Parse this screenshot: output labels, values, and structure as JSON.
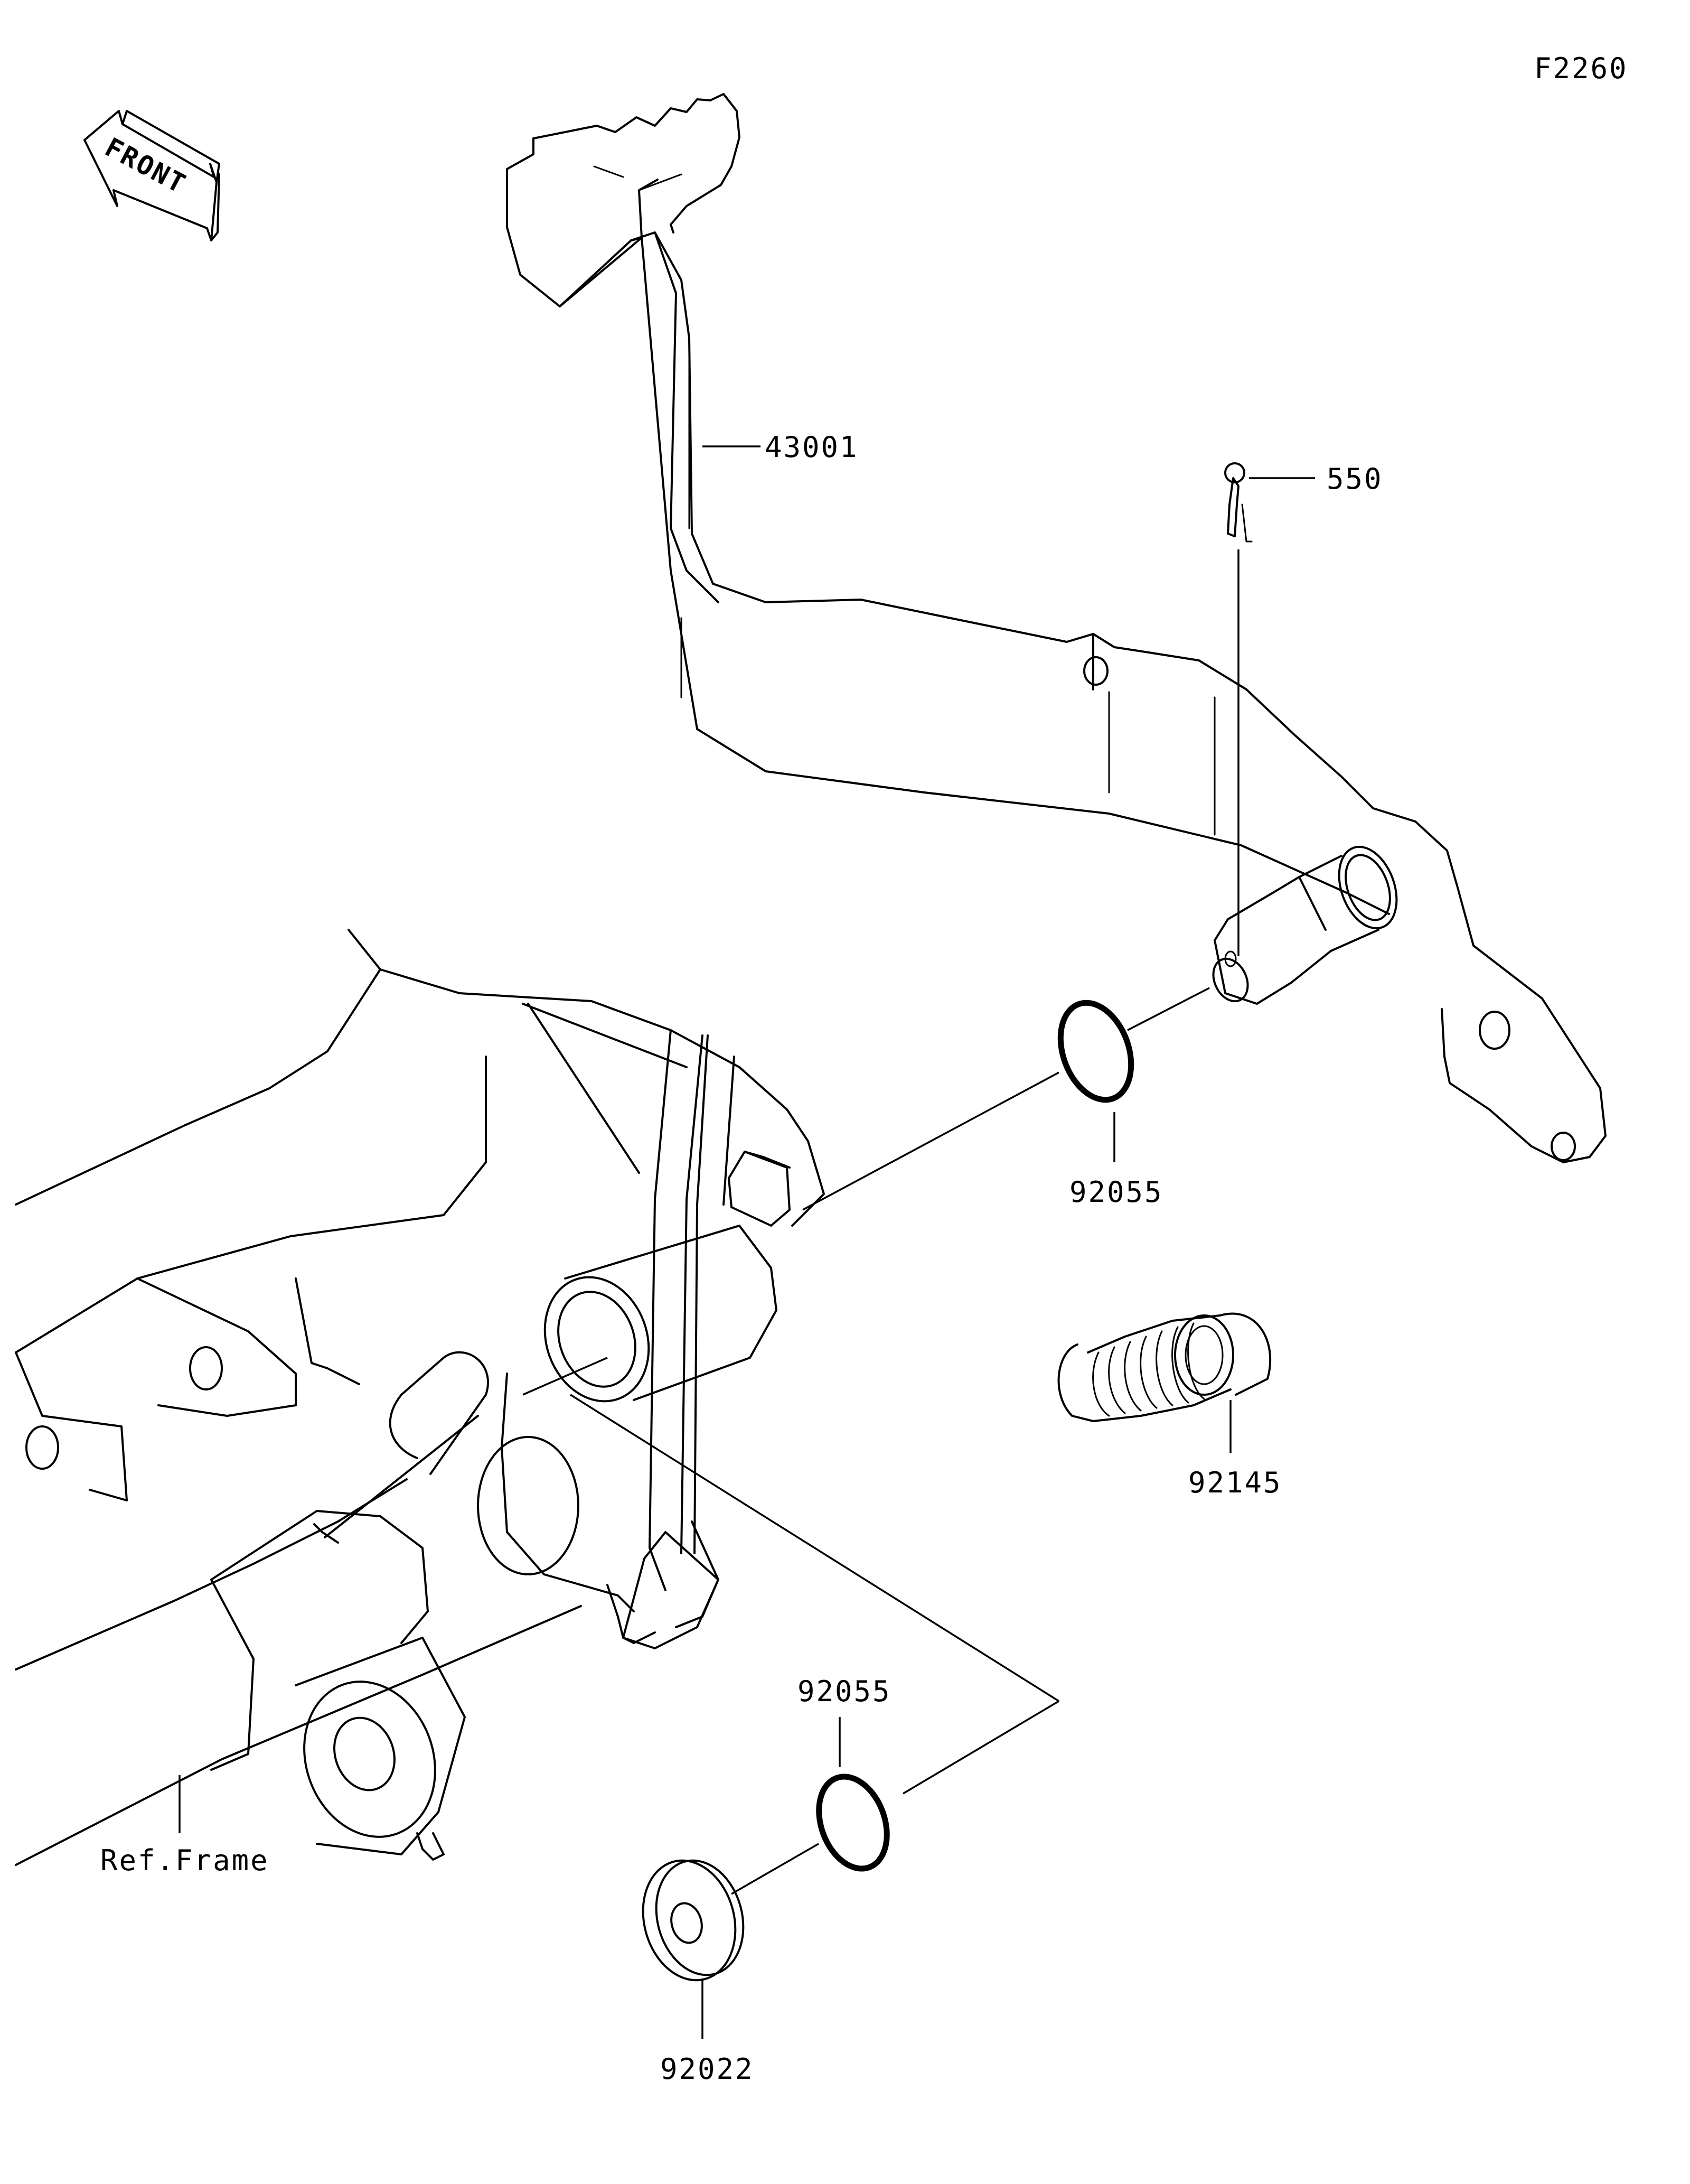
{
  "figure_code": "F2260",
  "front_label": "FRONT",
  "parts": {
    "brake_pedal": "43001",
    "cotter_pin": "550",
    "o_ring_upper": "92055",
    "spring": "92145",
    "o_ring_lower": "92055",
    "washer": "92022"
  },
  "reference": "Ref.Frame"
}
